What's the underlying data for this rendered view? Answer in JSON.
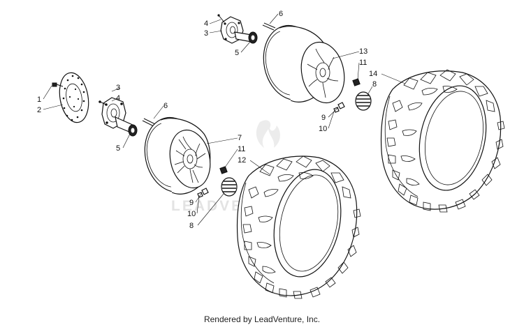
{
  "diagram": {
    "watermark": "LEADVENTURE",
    "footer": "Rendered by LeadVenture, Inc.",
    "callouts": [
      {
        "id": "c-1a",
        "text": "1"
      },
      {
        "id": "c-2a",
        "text": "2"
      },
      {
        "id": "c-3a",
        "text": "3"
      },
      {
        "id": "c-4a",
        "text": "4"
      },
      {
        "id": "c-5a",
        "text": "5"
      },
      {
        "id": "c-6a",
        "text": "6"
      },
      {
        "id": "c-7a",
        "text": "7"
      },
      {
        "id": "c-11a",
        "text": "11"
      },
      {
        "id": "c-12a",
        "text": "12"
      },
      {
        "id": "c-9a",
        "text": "9"
      },
      {
        "id": "c-10a",
        "text": "10"
      },
      {
        "id": "c-8a",
        "text": "8"
      },
      {
        "id": "c-4b",
        "text": "4"
      },
      {
        "id": "c-3b",
        "text": "3"
      },
      {
        "id": "c-6b",
        "text": "6"
      },
      {
        "id": "c-5b",
        "text": "5"
      },
      {
        "id": "c-13b",
        "text": "13"
      },
      {
        "id": "c-11b",
        "text": "11"
      },
      {
        "id": "c-14b",
        "text": "14"
      },
      {
        "id": "c-8b",
        "text": "8"
      },
      {
        "id": "c-9b",
        "text": "9"
      },
      {
        "id": "c-10b",
        "text": "10"
      }
    ]
  }
}
